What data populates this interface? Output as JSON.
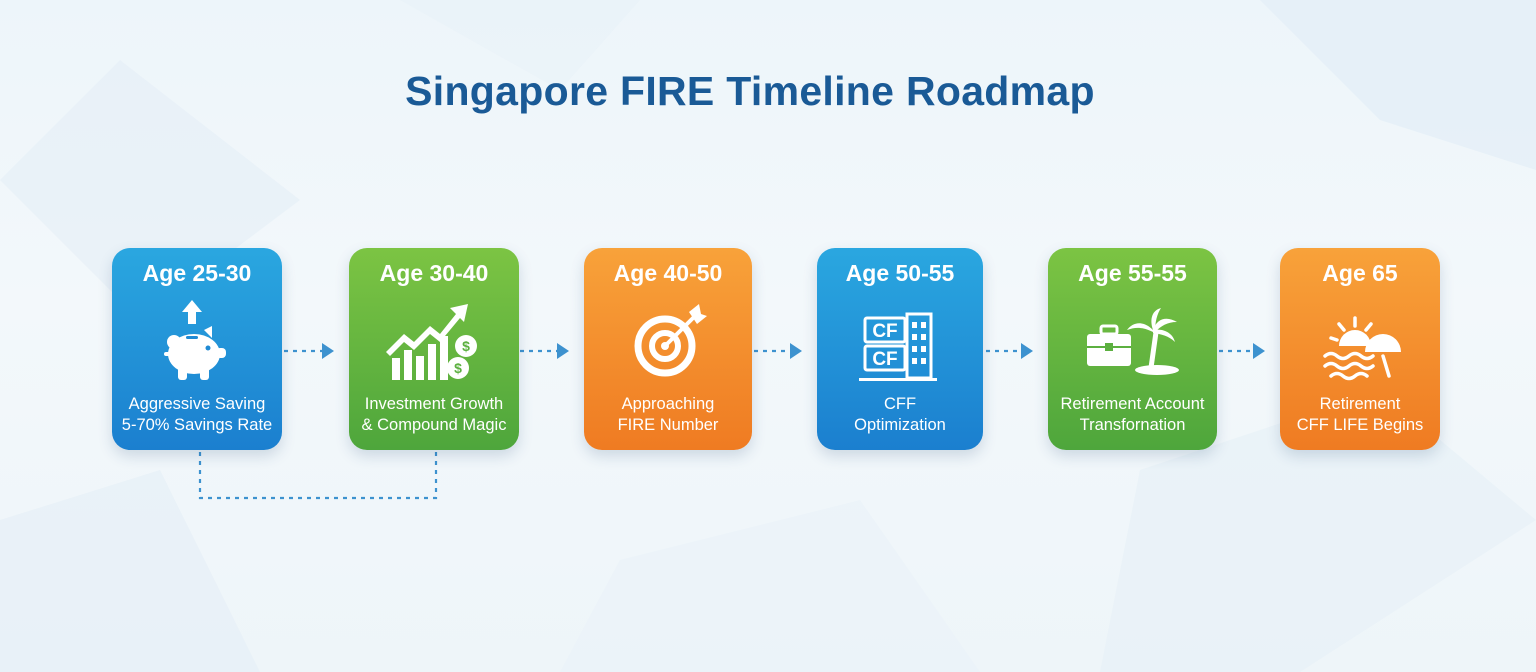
{
  "title": "Singapore FIRE Timeline Roadmap",
  "colors": {
    "title": "#1a5a96",
    "blue": "#1b7fcf",
    "green": "#4ea63c",
    "orange": "#ef7b22",
    "connector": "#3d92cf"
  },
  "stages": [
    {
      "age": "Age 25-30",
      "icon": "piggy-bank-icon",
      "line1": "Aggressive Saving",
      "line2": "5-70% Savings Rate"
    },
    {
      "age": "Age 30-40",
      "icon": "growth-chart-icon",
      "line1": "Investment Growth",
      "line2": "& Compound Magic"
    },
    {
      "age": "Age 40-50",
      "icon": "target-icon",
      "line1": "Approaching",
      "line2": "FIRE Number"
    },
    {
      "age": "Age 50-55",
      "icon": "cpf-building-icon",
      "icon_text": "CF",
      "line1": "CFF",
      "line2": "Optimization"
    },
    {
      "age": "Age 55-55",
      "icon": "briefcase-palm-icon",
      "line1": "Retirement Account",
      "line2": "Transfornation"
    },
    {
      "age": "Age 65",
      "icon": "sunset-beach-icon",
      "line1": "Retirement",
      "line2": "CFF LIFE Begins"
    }
  ]
}
